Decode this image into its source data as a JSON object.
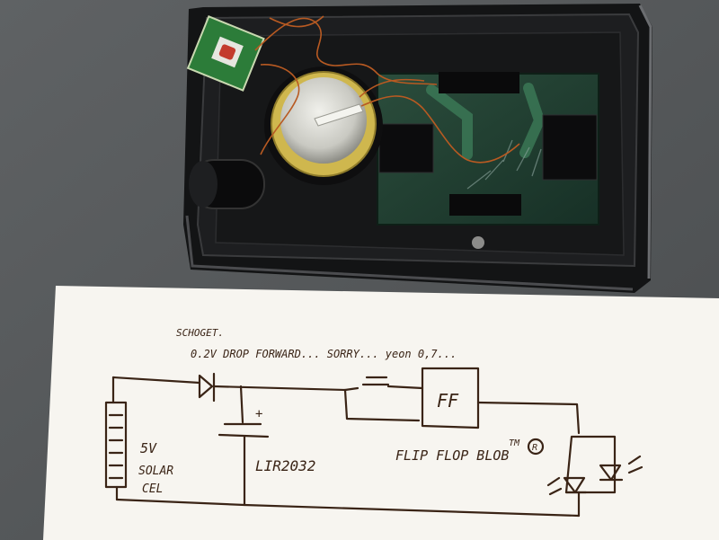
{
  "photo": {
    "subject": "solar-powered flip-flop blink circuit with schematic",
    "colors": {
      "table": "#55585a",
      "case": "#121314",
      "pcb": "#1f3b2e",
      "paper": "#f7f5f0",
      "ink": "#3a2416",
      "battery": "#cfb74e",
      "wire": "#b85a22"
    }
  },
  "sketch": {
    "note_1": "SCHOGET.",
    "note_2": "0.2V DROP FORWARD... SORRY... yeon 0,7...",
    "flipflop_label": "FF",
    "source_voltage": "5V",
    "source_label_1": "SOLAR",
    "source_label_2": "CEL",
    "battery_label": "LIR2032",
    "plus_sign": "+",
    "blob_label": "FLIP FLOP BLOB",
    "trademark": "TM",
    "registered": "R"
  }
}
